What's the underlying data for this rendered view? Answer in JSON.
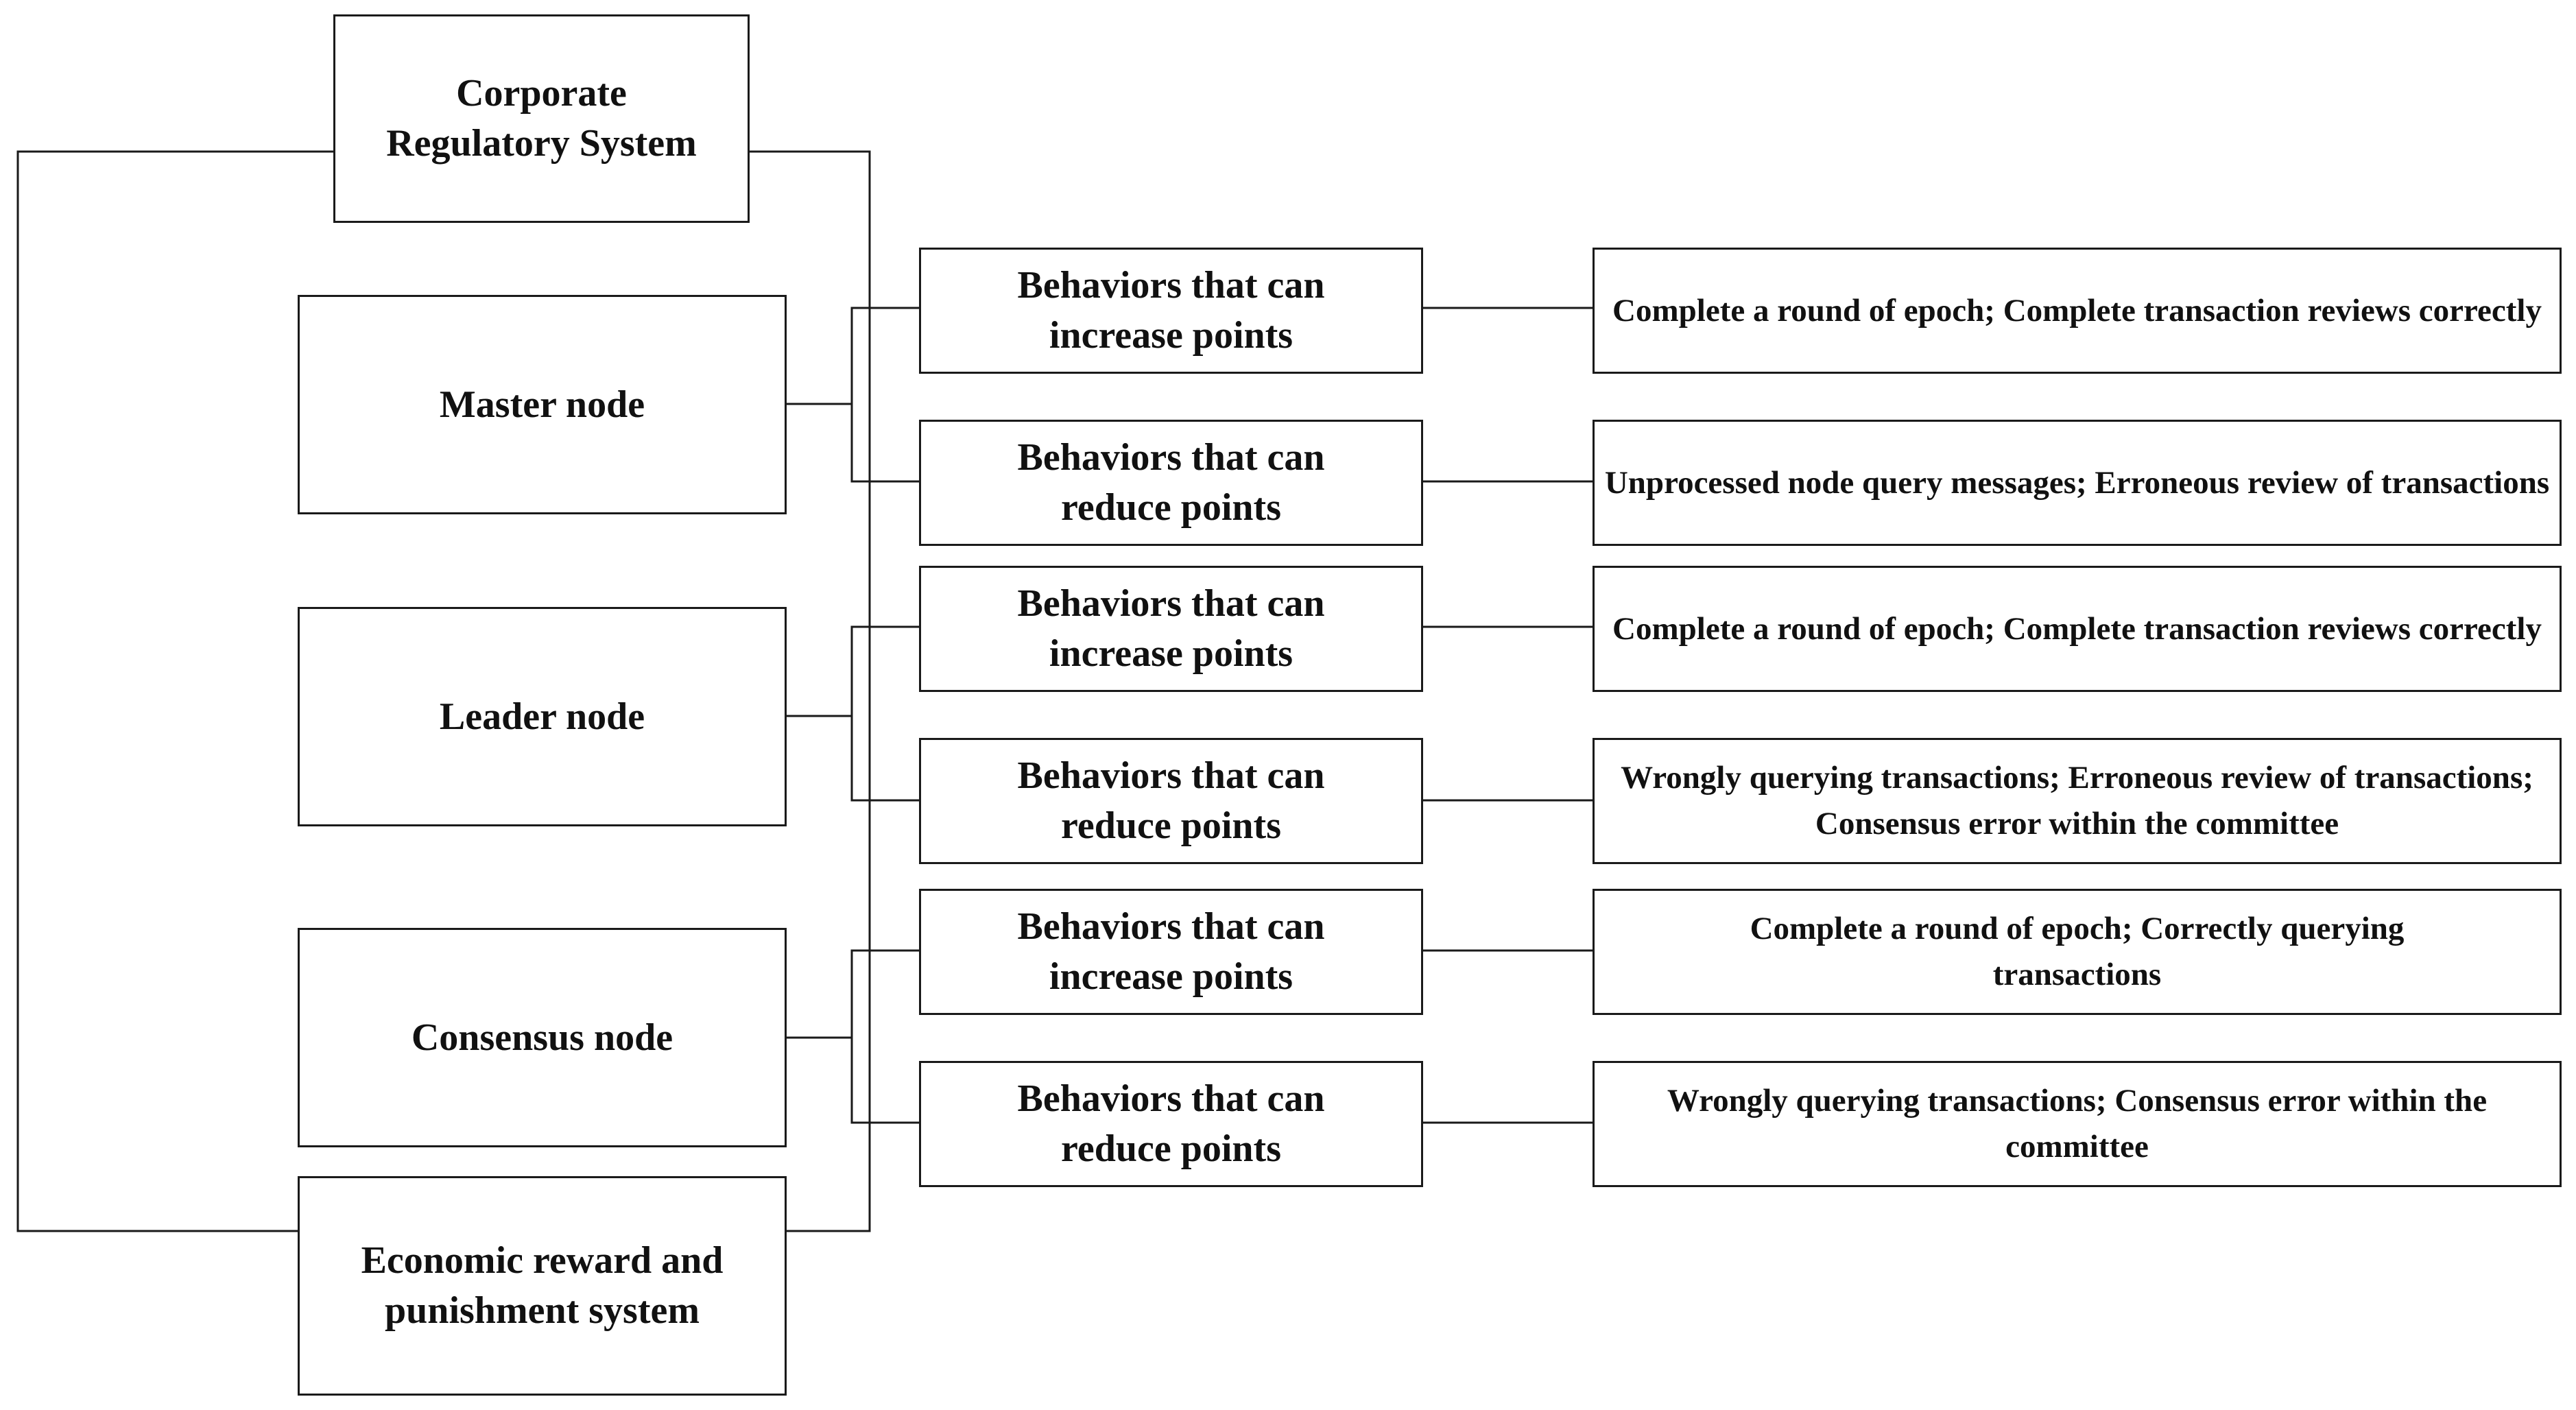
{
  "system": {
    "title": "Corporate Regulatory System",
    "economic": "Economic reward and punishment system"
  },
  "nodes": [
    {
      "label": "Master node",
      "behaviors": [
        {
          "type": "Behaviors that can increase points",
          "detail": "Complete a round of epoch; Complete transaction reviews correctly"
        },
        {
          "type": "Behaviors that can reduce points",
          "detail": "Unprocessed node query messages; Erroneous review of transactions"
        }
      ]
    },
    {
      "label": "Leader node",
      "behaviors": [
        {
          "type": "Behaviors that can increase points",
          "detail": "Complete a round of epoch; Complete transaction reviews correctly"
        },
        {
          "type": "Behaviors that can reduce points",
          "detail": "Wrongly querying transactions; Erroneous review of transactions; Consensus error within the committee"
        }
      ]
    },
    {
      "label": "Consensus node",
      "behaviors": [
        {
          "type": "Behaviors that can increase points",
          "detail": "Complete a round of epoch; Correctly querying transactions"
        },
        {
          "type": "Behaviors that can reduce points",
          "detail": "Wrongly querying transactions; Consensus error within the committee"
        }
      ]
    }
  ]
}
